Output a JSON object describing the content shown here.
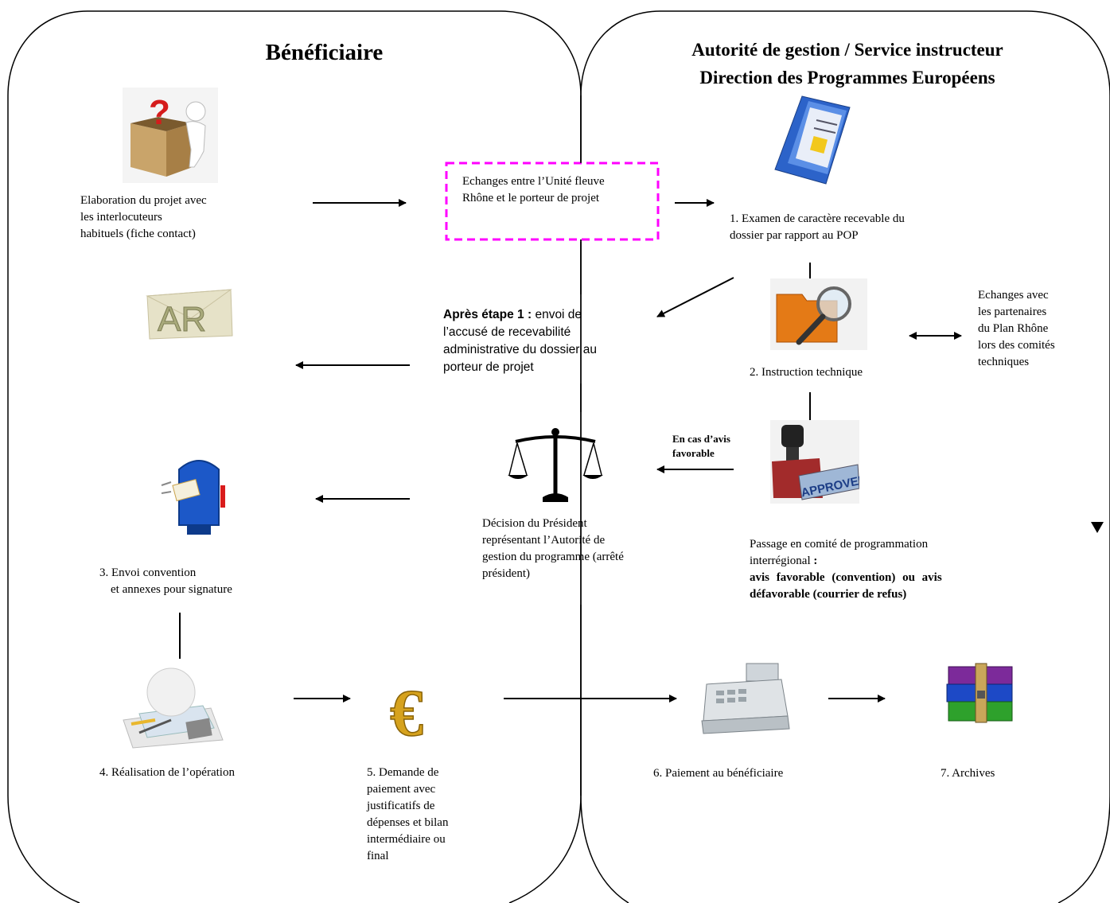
{
  "left_panel": {
    "title": "Bénéficiaire"
  },
  "right_panel": {
    "title_line1": "Autorité de gestion / Service instructeur",
    "title_line2": "Direction des Programmes Européens"
  },
  "steps": {
    "elaboration": [
      "Elaboration du projet avec",
      "les interlocuteurs",
      "habituels (fiche contact)"
    ],
    "echanges_unite": [
      "Echanges entre l’Unité fleuve",
      "Rhône et le porteur de projet"
    ],
    "step1": [
      "1. Examen de caractère recevable du",
      "dossier par rapport au POP"
    ],
    "apres_etape1_bold": "Après étape 1 :",
    "apres_etape1_rest": " envoi de",
    "apres_etape1_lines": [
      "l’accusé de recevabilité",
      "administrative du dossier au",
      "porteur de projet"
    ],
    "step2": "2. Instruction technique",
    "partners": [
      "Echanges avec",
      "les partenaires",
      "du Plan Rhône",
      "lors des comités",
      "techniques"
    ],
    "avis_favorable": [
      "En cas d’avis",
      "favorable"
    ],
    "decision": [
      "Décision du Président",
      "représentant l’Autorité de",
      "gestion du programme (arrêté",
      "président)"
    ],
    "comite_line1": "Passage en comité de programmation",
    "comite_line2": "interrégional",
    "comite_colon": " :",
    "comite_bold1": "avis favorable (convention) ou avis",
    "comite_bold2": "défavorable (courrier de refus)",
    "step3": [
      "3. Envoi convention",
      "et annexes pour signature"
    ],
    "step4": "4. Réalisation de l’opération",
    "step5": [
      "5. Demande de",
      "paiement avec",
      "justificatifs de",
      "dépenses et bilan",
      "intermédiaire ou",
      "final"
    ],
    "step6": "6. Paiement au bénéficiaire",
    "step7": "7. Archives"
  },
  "icons": {
    "ar_text": "AR",
    "stamp_text": "APPROVED",
    "euro_symbol": "€"
  },
  "colors": {
    "dashed_box": "#ff00ff"
  }
}
